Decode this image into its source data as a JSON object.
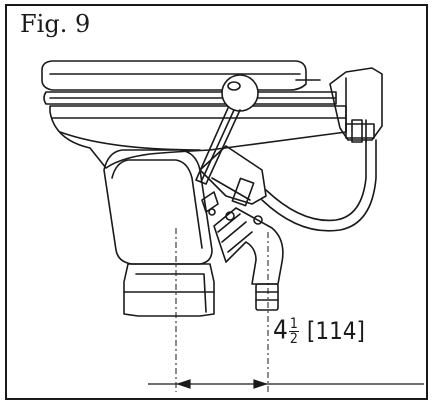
{
  "figure": {
    "label": "Fig. 9"
  },
  "dimension": {
    "whole": "4",
    "fraction_numerator": "1",
    "fraction_denominator": "2",
    "metric": "[114]"
  },
  "colors": {
    "line": "#1a1a1a",
    "background": "#ffffff"
  }
}
